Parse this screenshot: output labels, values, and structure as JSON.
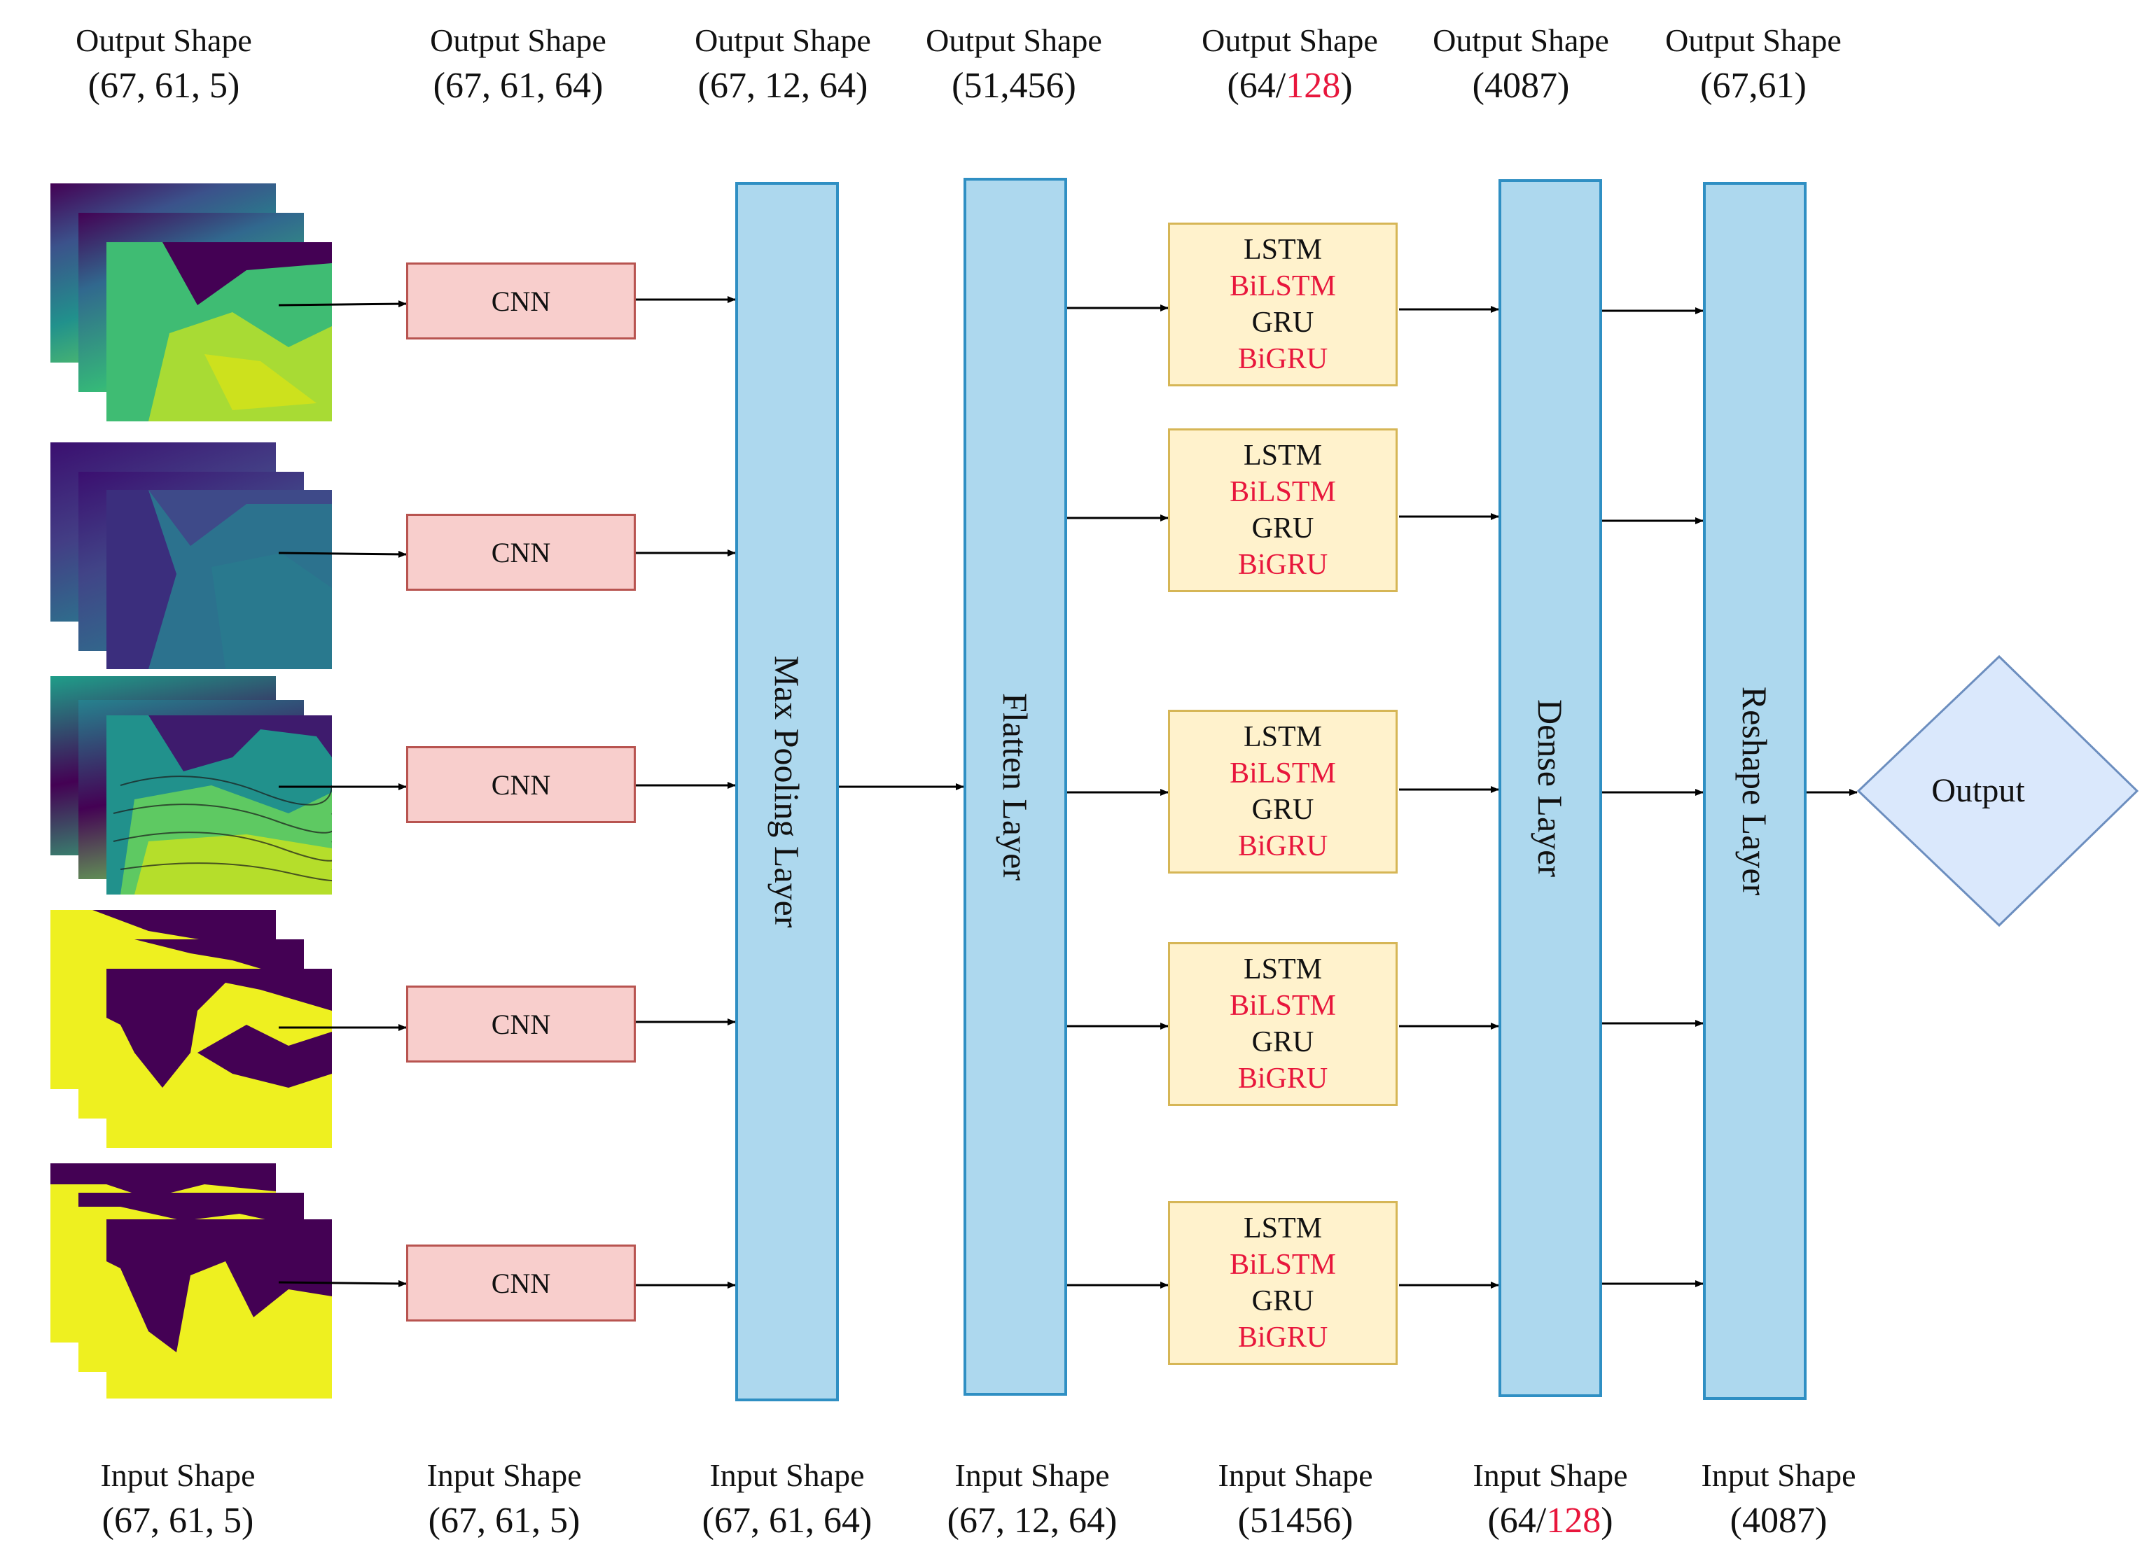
{
  "top_shapes": [
    {
      "heading": "Output Shape",
      "value": "(67, 61, 5)",
      "value_alt": ""
    },
    {
      "heading": "Output Shape",
      "value": "(67, 61, 64)",
      "value_alt": ""
    },
    {
      "heading": "Output Shape",
      "value": "(67, 12, 64)",
      "value_alt": ""
    },
    {
      "heading": "Output Shape",
      "value": "(51,456)",
      "value_alt": ""
    },
    {
      "heading": "Output Shape",
      "value": "(64/",
      "value_alt": "128",
      "value_end": ")"
    },
    {
      "heading": "Output Shape",
      "value": "(4087)",
      "value_alt": ""
    },
    {
      "heading": "Output Shape",
      "value": "(67,61)",
      "value_alt": ""
    }
  ],
  "bottom_shapes": [
    {
      "heading": "Input Shape",
      "value": "(67, 61, 5)"
    },
    {
      "heading": "Input Shape",
      "value": "(67, 61, 5)"
    },
    {
      "heading": "Input Shape",
      "value": "(67, 61, 64)"
    },
    {
      "heading": "Input Shape",
      "value": "(67, 12, 64)"
    },
    {
      "heading": "Input Shape",
      "value": "(51456)"
    },
    {
      "heading": "Input Shape",
      "value": "(64/",
      "value_alt": "128",
      "value_end": ")"
    },
    {
      "heading": "Input Shape",
      "value": "(4087)"
    }
  ],
  "cnn_label": "CNN",
  "layers": {
    "maxpool": "Max Pooling Layer",
    "flatten": "Flatten Layer",
    "dense": "Dense Layer",
    "reshape": "Reshape Layer"
  },
  "rnn_block": {
    "l1": "LSTM",
    "l2": "BiLSTM",
    "l3": "GRU",
    "l4": "BiGRU"
  },
  "output_label": "Output",
  "colors": {
    "layer_fill": "#add8ee",
    "layer_border": "#2f8fc3",
    "cnn_fill": "#f8cecc",
    "cnn_border": "#b85450",
    "rnn_fill": "#fff2cc",
    "rnn_border": "#d6b656",
    "output_fill": "#dae8fc",
    "output_border": "#6c8ebf",
    "accent_red": "#e8163c",
    "map_dark": "#440154",
    "map_teal": "#21918c",
    "map_green": "#5ec962",
    "map_yellow": "#fde725"
  }
}
